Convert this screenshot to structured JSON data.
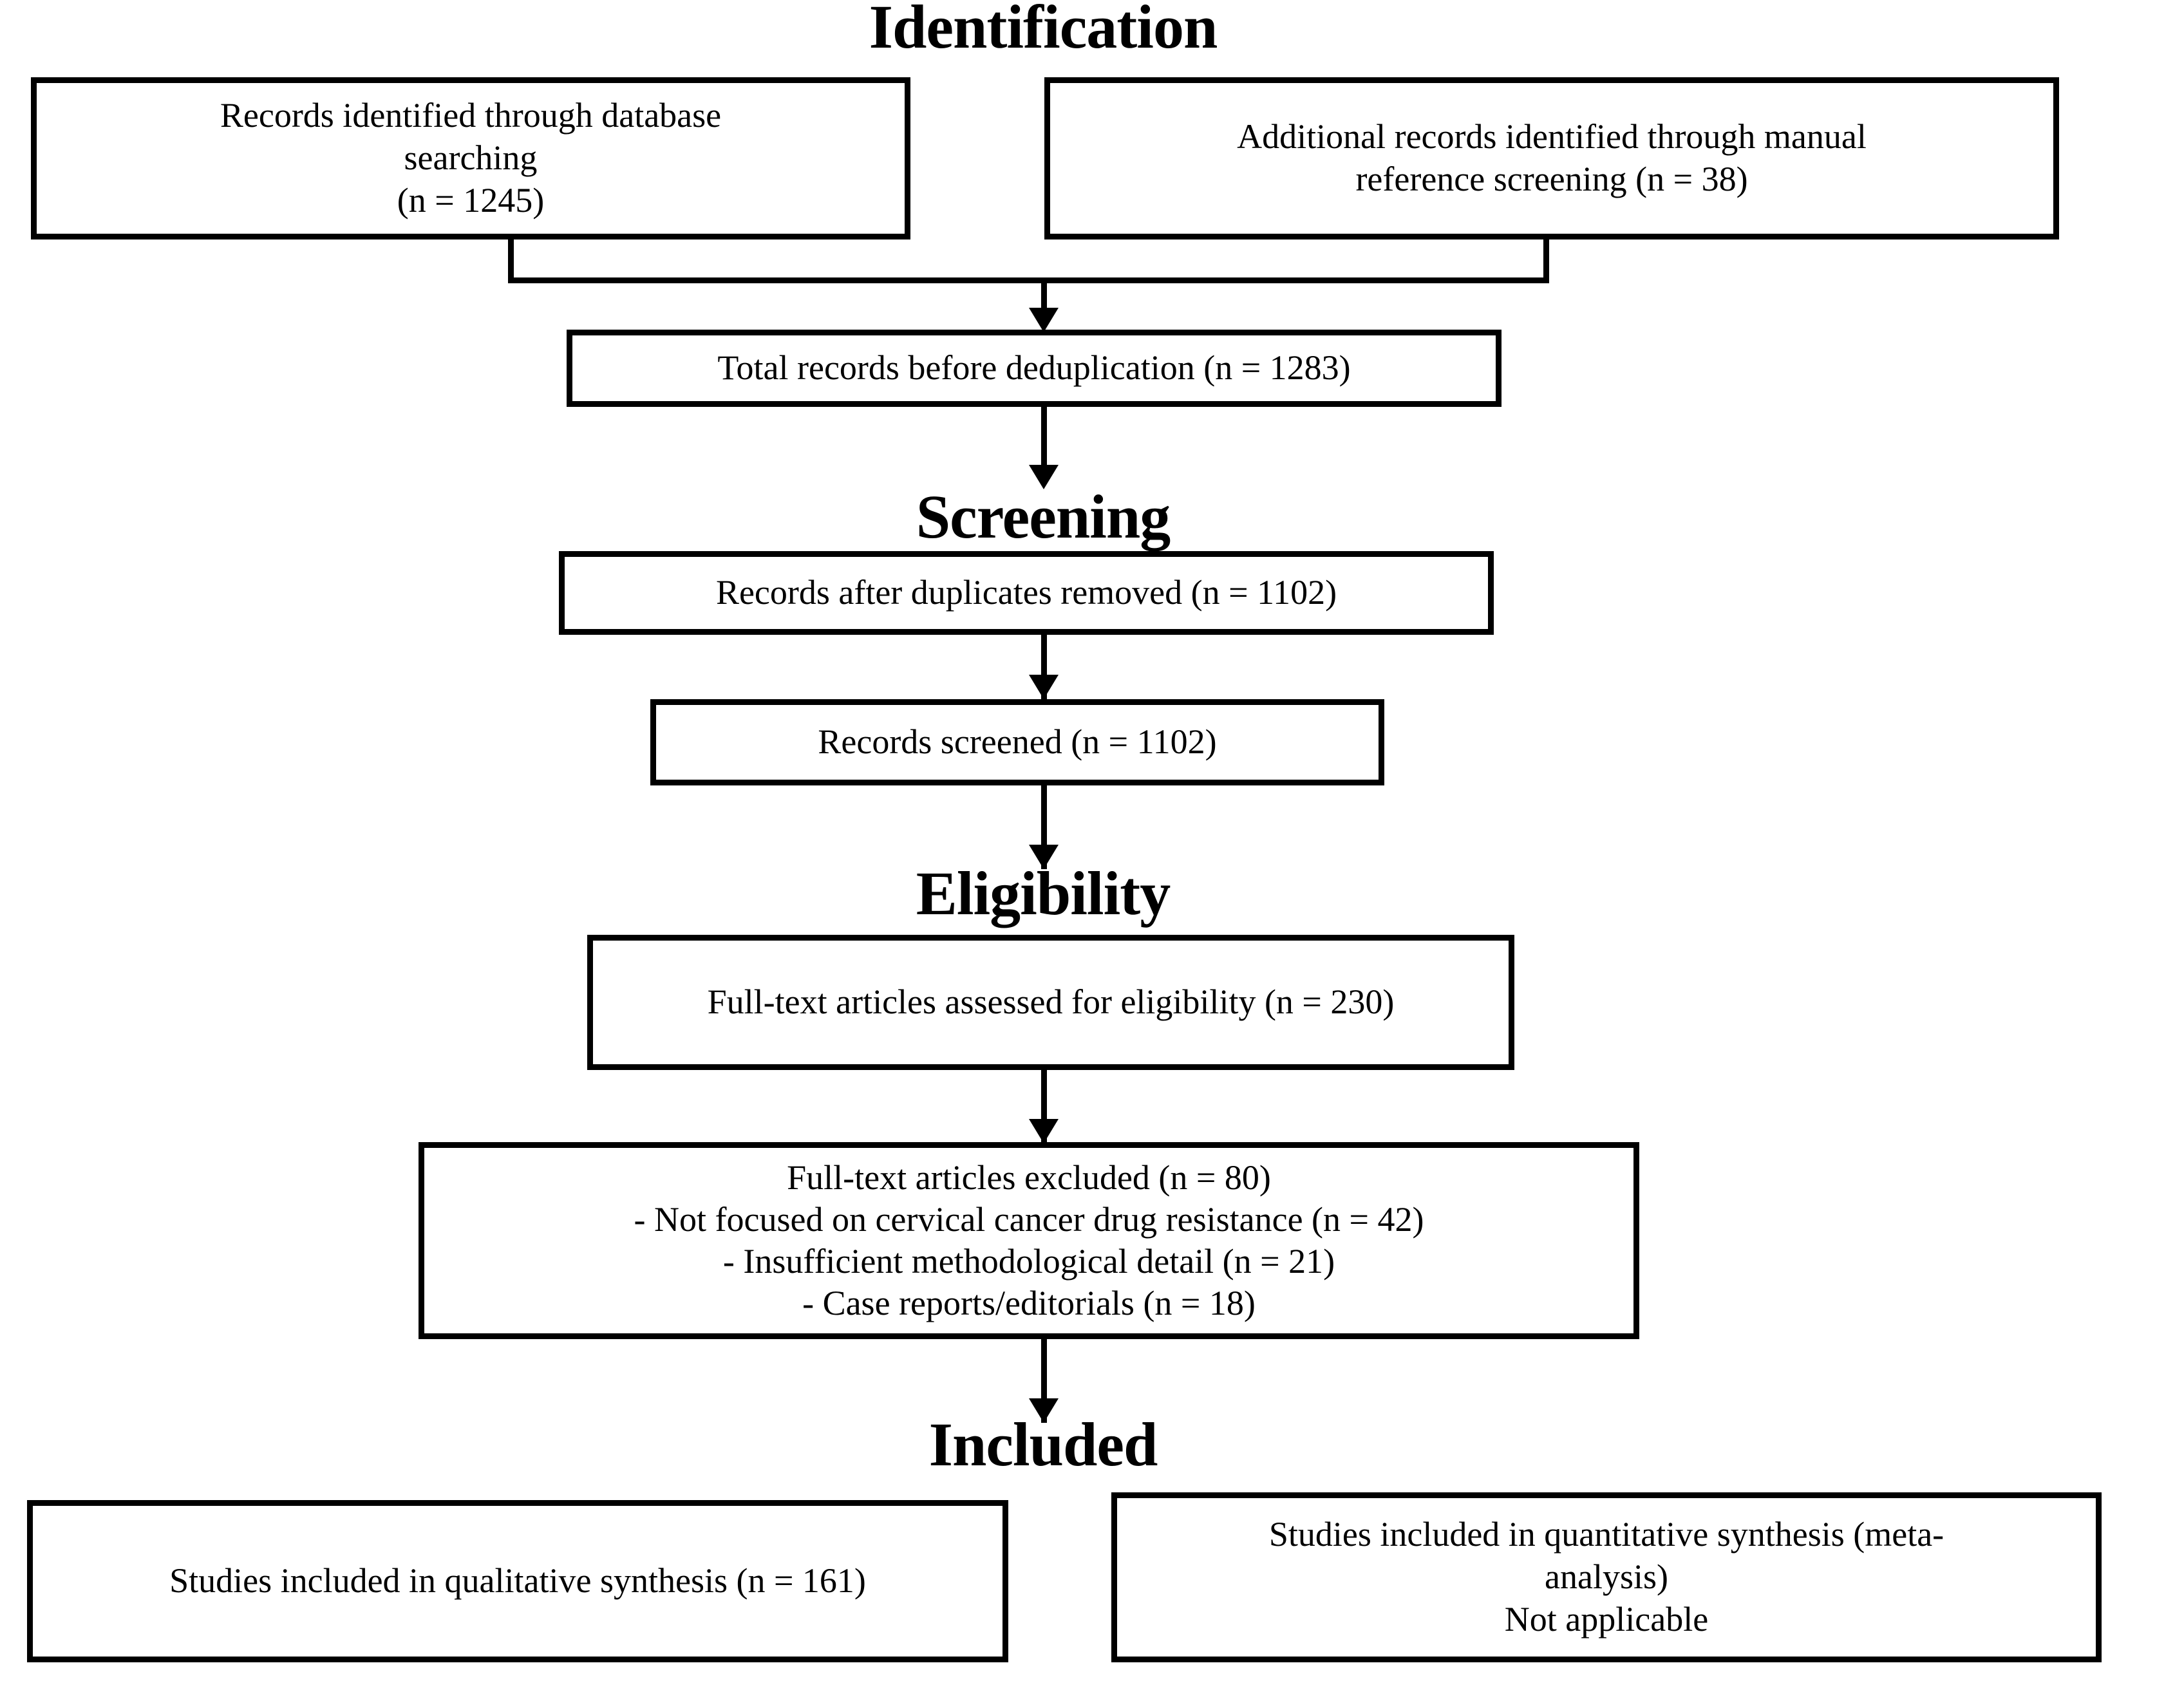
{
  "diagram": {
    "title": "PRISMA Flow Diagram",
    "type": "prisma-flow-diagram",
    "background_color": "#ffffff",
    "line_color": "#000000",
    "text_color": "#000000"
  },
  "stages": {
    "identification": "Identification",
    "screening": "Screening",
    "eligibility": "Eligibility",
    "included": "Included"
  },
  "nodes": {
    "database_search": "Records identified through database\nsearching\n(n = 1245)",
    "manual_search": "Additional records identified through manual\nreference screening (n = 38)",
    "total_before_dedup": "Total records before deduplication (n = 1283)",
    "after_duplicates": "Records after duplicates removed (n = 1102)",
    "records_screened": "Records screened (n = 1102)",
    "fulltext_assessed": "Full-text articles assessed for eligibility (n = 230)",
    "fulltext_excluded": "Full-text articles excluded (n = 80)\n- Not focused on cervical cancer drug resistance (n = 42)\n- Insufficient methodological detail (n = 21)\n- Case reports/editorials (n = 18)",
    "qualitative_synthesis": "Studies included in qualitative synthesis (n = 161)",
    "quantitative_synthesis": "Studies included in quantitative synthesis (meta-\nanalysis)\nNot applicable"
  },
  "counts": {
    "database_search_n": 1245,
    "manual_search_n": 38,
    "total_before_dedup_n": 1283,
    "after_duplicates_n": 1102,
    "records_screened_n": 1102,
    "fulltext_assessed_n": 230,
    "fulltext_excluded_n": 80,
    "excluded_not_focused_n": 42,
    "excluded_insufficient_detail_n": 21,
    "excluded_case_reports_n": 18,
    "qualitative_synthesis_n": 161,
    "quantitative_synthesis_n": "Not applicable"
  }
}
